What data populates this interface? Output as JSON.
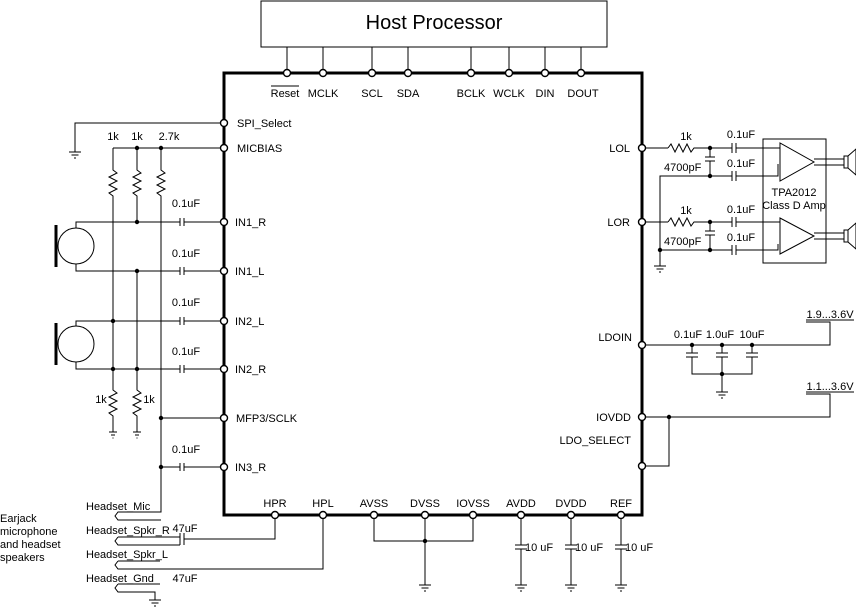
{
  "host": {
    "title": "Host Processor"
  },
  "top_pins": [
    "Reset",
    "MCLK",
    "SCL",
    "SDA",
    "BCLK",
    "WCLK",
    "DIN",
    "DOUT"
  ],
  "left_pins": [
    "SPI_Select",
    "MICBIAS",
    "IN1_R",
    "IN1_L",
    "IN2_L",
    "IN2_R",
    "MFP3/SCLK",
    "IN3_R"
  ],
  "right_pins": [
    "LOL",
    "LOR",
    "LDOIN",
    "IOVDD",
    "LDO_SELECT"
  ],
  "bottom_pins": [
    "HPR",
    "HPL",
    "AVSS",
    "DVSS",
    "IOVSS",
    "AVDD",
    "DVDD",
    "REF"
  ],
  "bias_resistors": [
    "1k",
    "1k",
    "2.7k"
  ],
  "bottom_resistors": [
    "1k",
    "1k"
  ],
  "input_caps": [
    "0.1uF",
    "0.1uF",
    "0.1uF",
    "0.1uF",
    "0.1uF"
  ],
  "line_out": {
    "resistor": "1k",
    "series_cap": "0.1uF",
    "shunt_cap": "4700pF",
    "amp_cap": "0.1uF",
    "amp_label_1": "TPA2012",
    "amp_label_2": "Class D Amp"
  },
  "ldoin_caps": [
    "0.1uF",
    "1.0uF",
    "10uF"
  ],
  "supplies": {
    "ldoin": "1.9...3.6V",
    "iovdd": "1.1...3.6V"
  },
  "decoupling_caps": [
    "10 uF",
    "10 uF",
    "10 uF"
  ],
  "headset": {
    "signals": [
      "Headset_Mic",
      "Headset_Spkr_R",
      "Headset_Spkr_L",
      "Headset_Gnd"
    ],
    "cap_value": "47uF",
    "description": [
      "Earjack",
      "microphone",
      "and headset",
      "speakers"
    ]
  }
}
